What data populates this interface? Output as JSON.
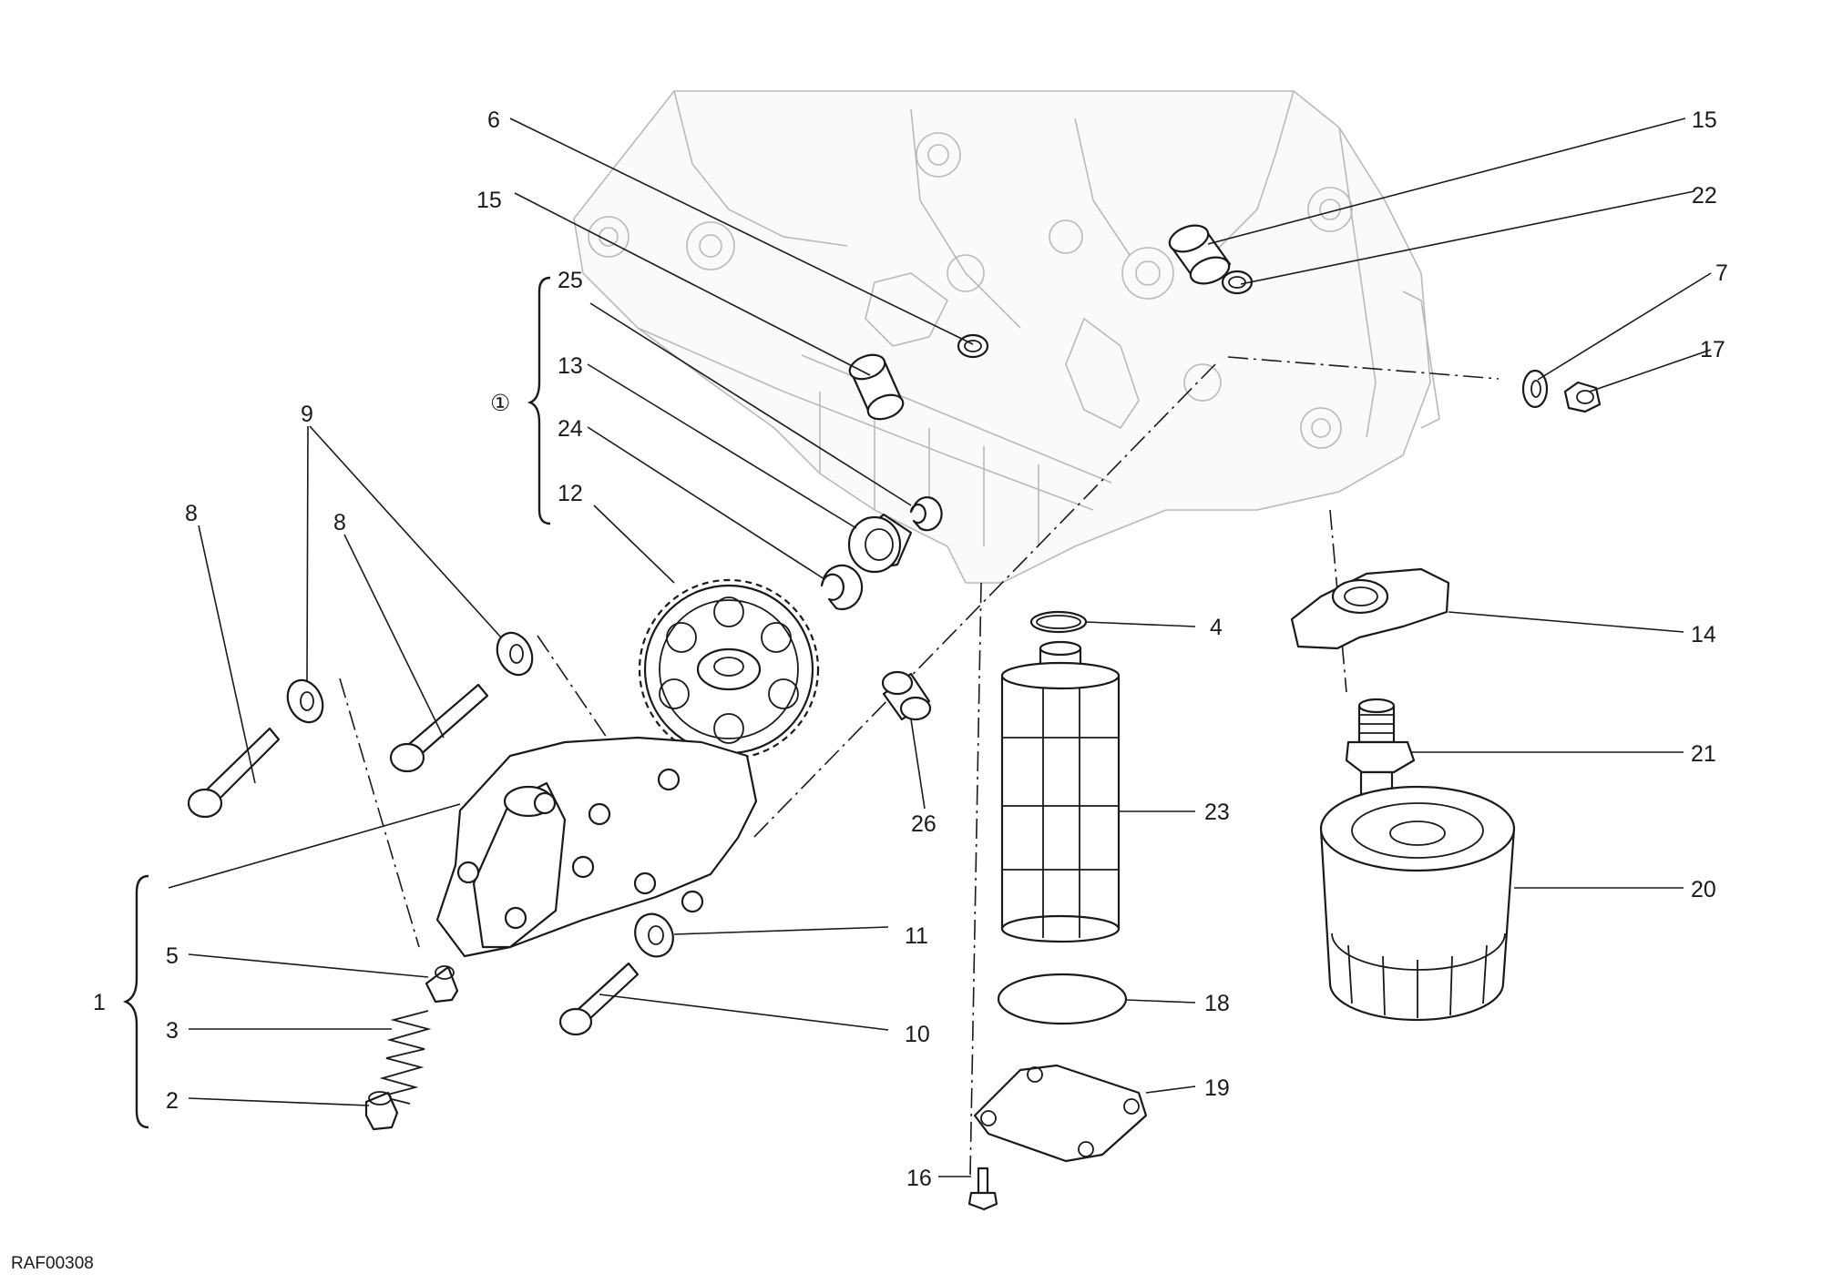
{
  "diagram": {
    "reference_code": "RAF00308",
    "group_marker": "①",
    "labels": {
      "l1": "1",
      "l2": "2",
      "l3": "3",
      "l4": "4",
      "l5": "5",
      "l6": "6",
      "l7": "7",
      "l8a": "8",
      "l8b": "8",
      "l9": "9",
      "l10": "10",
      "l11": "11",
      "l12": "12",
      "l13": "13",
      "l14": "14",
      "l15a": "15",
      "l15b": "15",
      "l16": "16",
      "l17": "17",
      "l18": "18",
      "l19": "19",
      "l20": "20",
      "l21": "21",
      "l22": "22",
      "l23": "23",
      "l24": "24",
      "l25": "25",
      "l26": "26"
    }
  }
}
